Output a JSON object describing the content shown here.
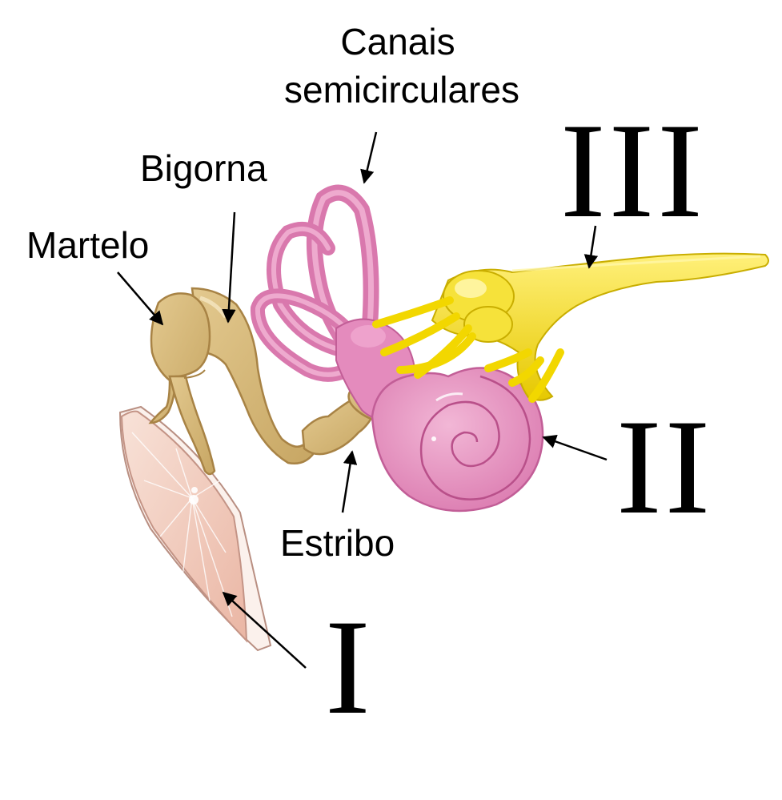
{
  "labels": {
    "canais_line1": "Canais",
    "canais_line2": "semicirculares",
    "bigorna": "Bigorna",
    "martelo": "Martelo",
    "estribo": "Estribo",
    "roman_iii": "III",
    "roman_ii": "II",
    "roman_i": "I"
  },
  "colors": {
    "tympanic_membrane": "#f3d2c4",
    "ossicles": "#d6b97c",
    "inner_ear": "#e48bbd",
    "nerve": "#f2d700",
    "arrows": "#000000"
  }
}
